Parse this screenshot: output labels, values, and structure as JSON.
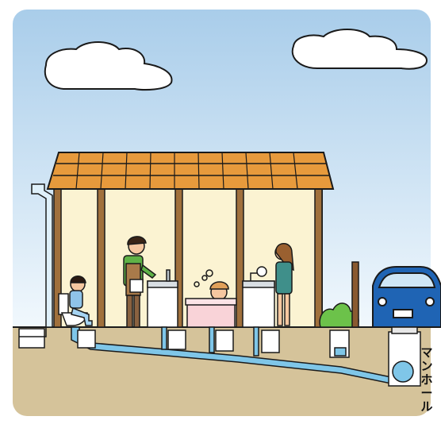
{
  "labels": {
    "manhole": [
      "マ",
      "ン",
      "ホ",
      "ー",
      "ル"
    ]
  },
  "colors": {
    "sky_top": "#a9cdea",
    "sky_bottom": "#eef6fc",
    "roof": "#e79a3c",
    "wall": "#fbf3d2",
    "post": "#a0703c",
    "ground": "#d5c39a",
    "pipe": "#7fc6e8",
    "car": "#1f64b4",
    "bush": "#6cc24a"
  }
}
